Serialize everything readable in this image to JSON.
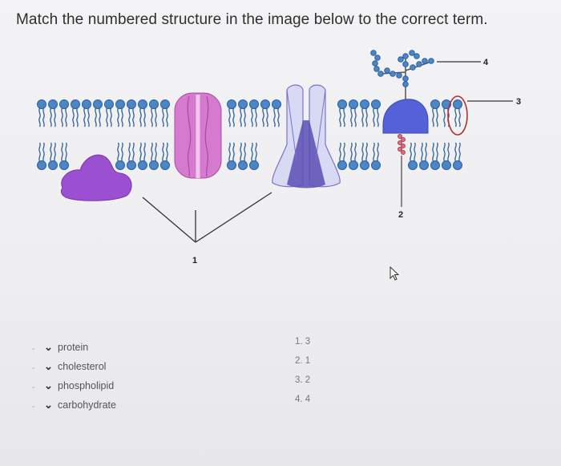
{
  "question": {
    "text": "Match the numbered structure in the image below to the correct term."
  },
  "diagram": {
    "labels": {
      "one": "1",
      "two": "2",
      "three": "3",
      "four": "4"
    },
    "colors": {
      "phospholipid_head": "#4a86c8",
      "peripheral_protein": "#9b4fd1",
      "channel_protein": "#d67ad0",
      "transport_protein": "#7a72c9",
      "glycoprotein": "#5561d6",
      "cholesterol": "#e06a7b",
      "highlight": "#b2303a"
    }
  },
  "terms": [
    {
      "label": "protein"
    },
    {
      "label": "cholesterol"
    },
    {
      "label": "phospholipid"
    },
    {
      "label": "carbohydrate"
    }
  ],
  "answers": [
    {
      "label": "1. 3"
    },
    {
      "label": "2. 1"
    },
    {
      "label": "3. 2"
    },
    {
      "label": "4. 4"
    }
  ]
}
